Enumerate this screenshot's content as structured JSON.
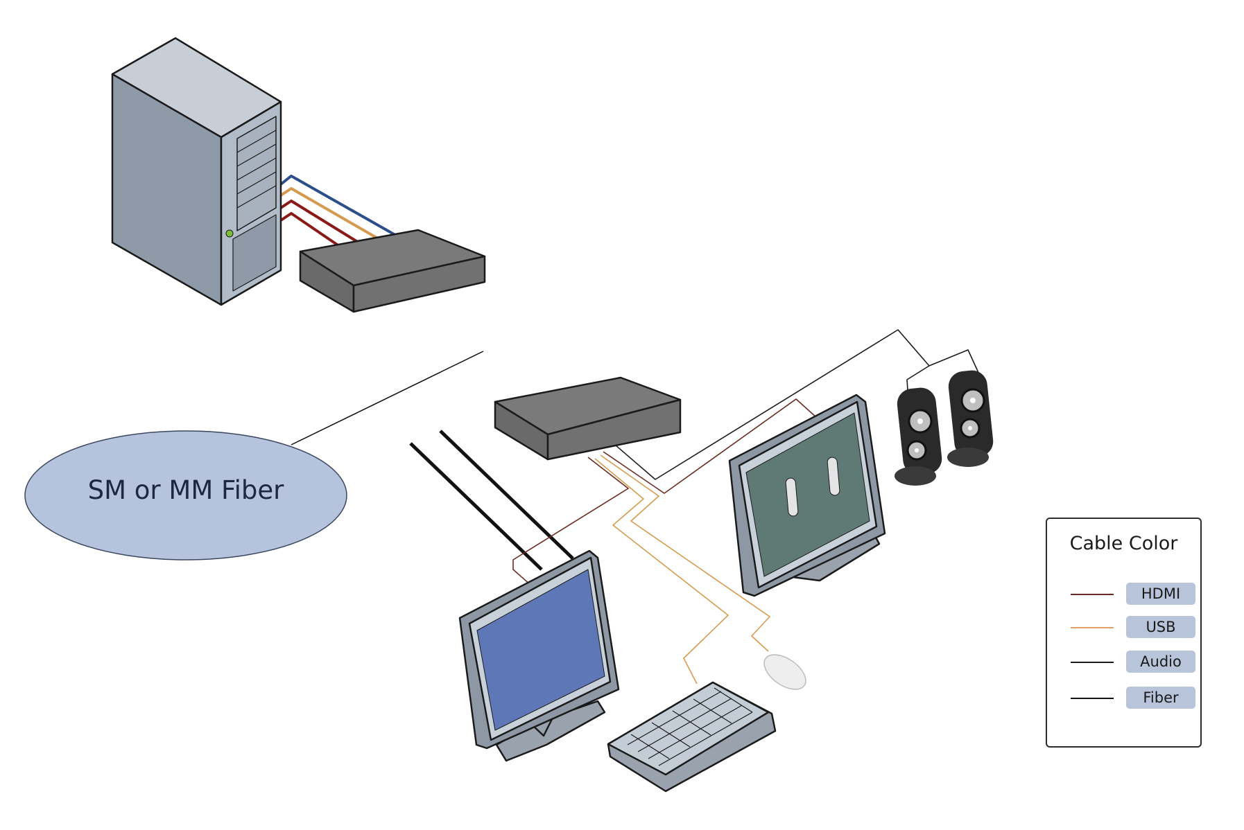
{
  "diagram": {
    "title": "KVM fiber extender connection diagram",
    "fiber_label": "SM or MM Fiber",
    "components": {
      "server": "server-tower",
      "transmitter": "extender-transmitter",
      "receiver": "extender-receiver",
      "monitor_1": "monitor",
      "monitor_2": "monitor",
      "speakers": "speaker-pair",
      "keyboard": "keyboard",
      "mouse": "mouse"
    }
  },
  "colors": {
    "hdmi": "#7a1f1a",
    "usb": "#d69a4e",
    "audio": "#1a1a1a",
    "fiber": "#111111",
    "server_cable_blue": "#2c4f8c",
    "box": "#6e6e6e",
    "ellipse": "#b6c3dc",
    "pill": "#b7c4da"
  },
  "legend": {
    "title": "Cable Color",
    "items": [
      {
        "label": "HDMI",
        "color": "#6b2a22"
      },
      {
        "label": "USB",
        "color": "#e0a068"
      },
      {
        "label": "Audio",
        "color": "#1a1a1a"
      },
      {
        "label": "Fiber",
        "color": "#111111"
      }
    ]
  }
}
